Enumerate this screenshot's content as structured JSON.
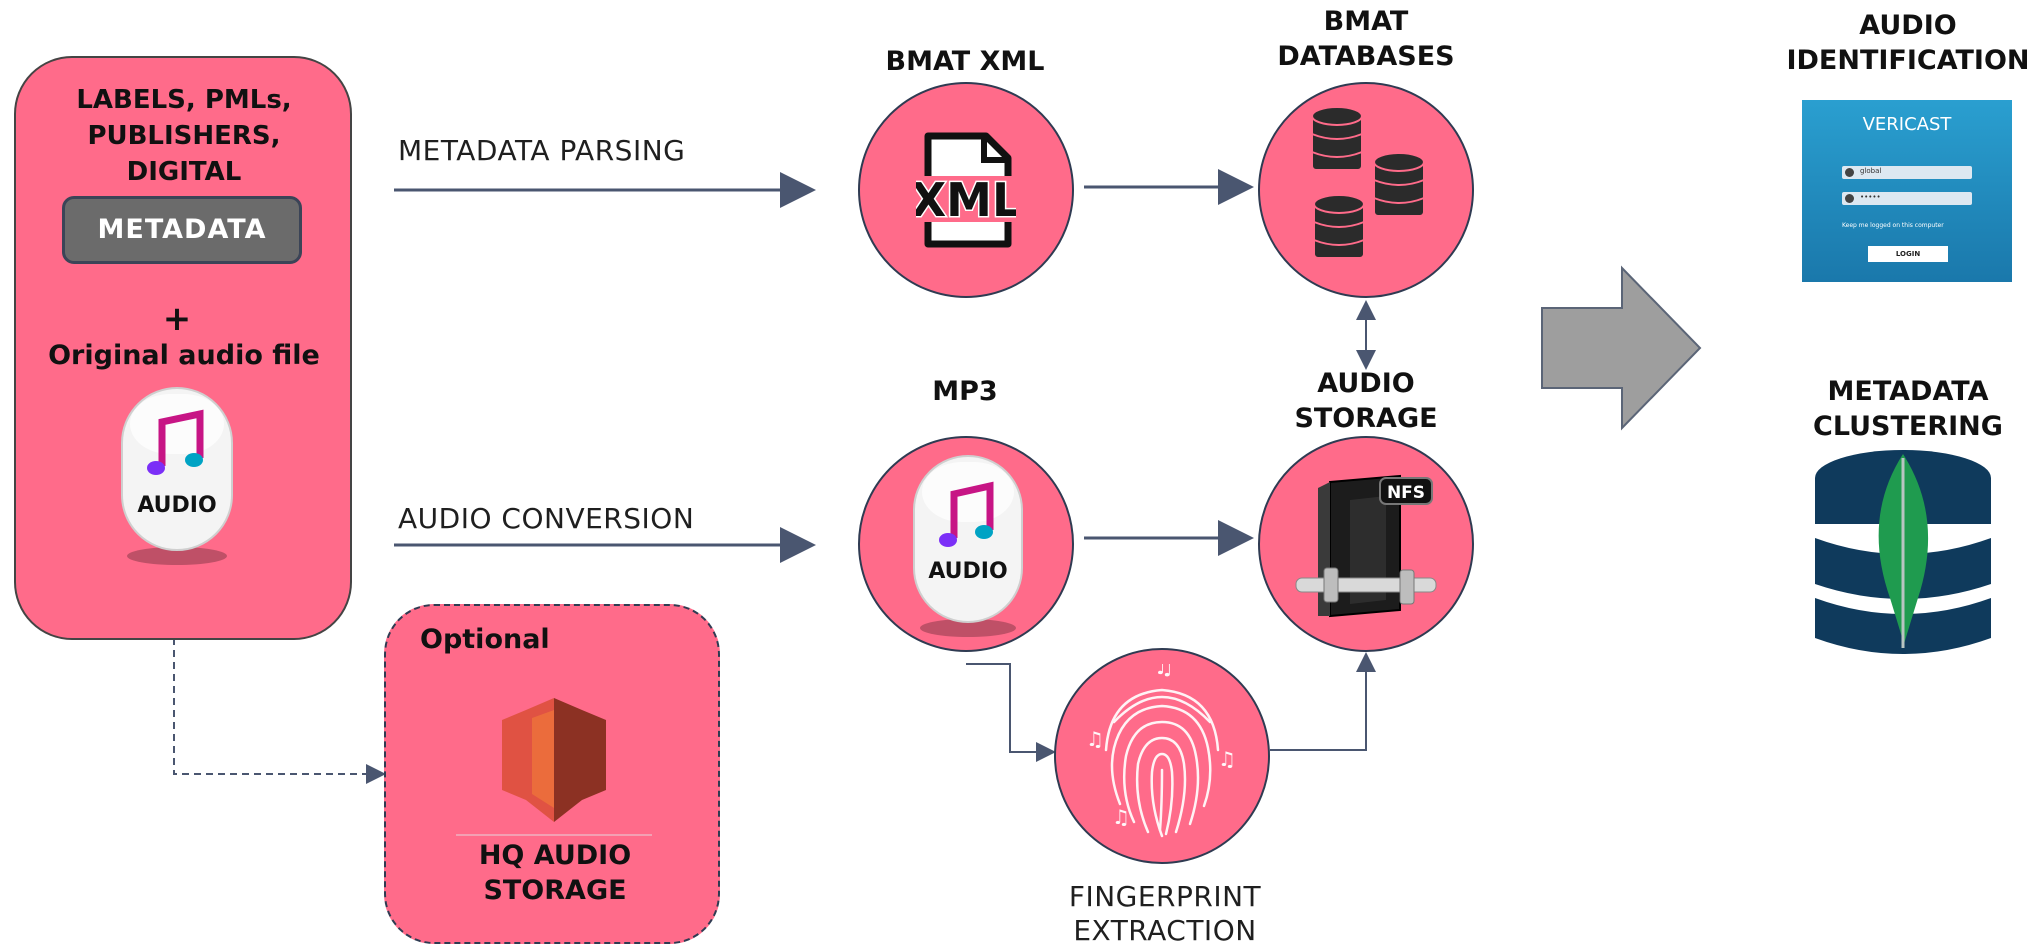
{
  "source": {
    "title": "LABELS, PMLs,\nPUBLISHERS,\nDIGITAL",
    "metadata_chip": "METADATA",
    "plus": "+",
    "original_audio": "Original audio file",
    "audio_icon_label": "AUDIO"
  },
  "optional": {
    "title": "Optional",
    "storage_label": "HQ AUDIO\nSTORAGE"
  },
  "flows": {
    "metadata_parsing": "METADATA PARSING",
    "audio_conversion": "AUDIO CONVERSION",
    "fingerprint_extraction": "FINGERPRINT\nEXTRACTION"
  },
  "nodes": {
    "bmat_xml": "BMAT XML",
    "xml_icon_text": "XML",
    "bmat_databases": "BMAT\nDATABASES",
    "mp3": "MP3",
    "mp3_icon_label": "AUDIO",
    "audio_storage": "AUDIO\nSTORAGE",
    "nfs_badge": "NFS"
  },
  "outputs": {
    "audio_identification": "AUDIO\nIDENTIFICATION",
    "metadata_clustering": "METADATA\nCLUSTERING",
    "vericast": {
      "title": "VERICAST",
      "user_field": "global",
      "password_field": "•••••",
      "keep_logged": "Keep me logged on this computer",
      "login_button": "LOGIN"
    }
  },
  "colors": {
    "node_fill": "#ff6b8a",
    "node_border": "#2f3b52",
    "arrow": "#4a5670",
    "big_arrow": "#9e9e9e",
    "mongo_navy": "#0f3a5c",
    "mongo_leaf": "#1f9b4f"
  }
}
